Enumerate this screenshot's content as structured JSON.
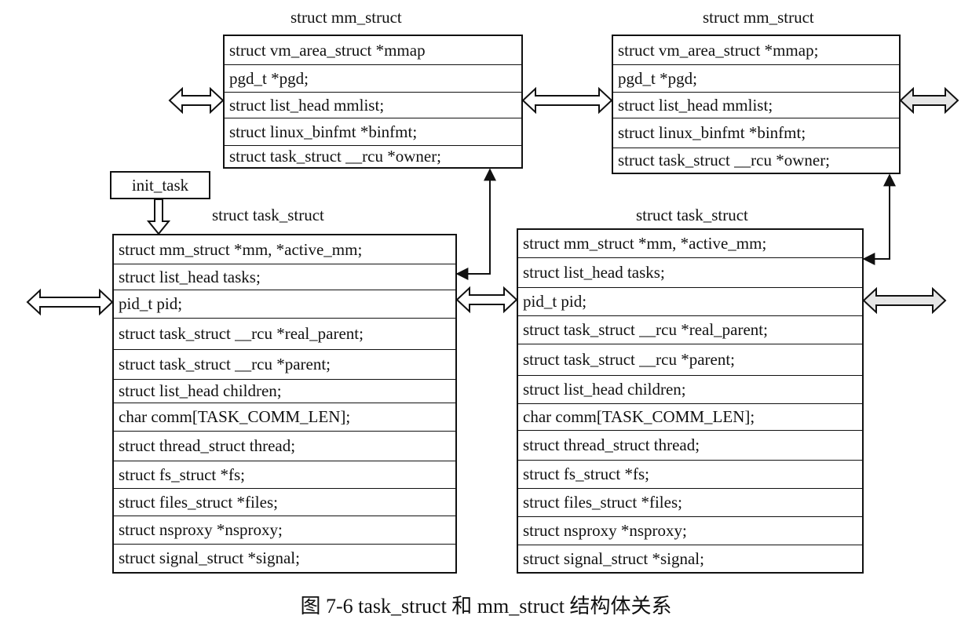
{
  "mm_left": {
    "title": "struct mm_struct",
    "fields": [
      "struct vm_area_struct *mmap",
      "pgd_t *pgd;",
      "struct list_head mmlist;",
      "struct linux_binfmt *binfmt;",
      "struct task_struct __rcu *owner;"
    ]
  },
  "mm_right": {
    "title": "struct mm_struct",
    "fields": [
      "struct vm_area_struct *mmap;",
      "pgd_t *pgd;",
      "struct list_head mmlist;",
      "struct linux_binfmt *binfmt;",
      "struct task_struct __rcu *owner;"
    ]
  },
  "init_task": {
    "label": "init_task"
  },
  "task_left": {
    "title": "struct task_struct",
    "fields": [
      "struct mm_struct *mm, *active_mm;",
      "struct list_head tasks;",
      "pid_t pid;",
      "struct task_struct __rcu *real_parent;",
      "struct task_struct __rcu *parent;",
      "struct list_head children;",
      "char comm[TASK_COMM_LEN];",
      "struct thread_struct thread;",
      "struct fs_struct *fs;",
      "struct files_struct *files;",
      "struct nsproxy *nsproxy;",
      "struct signal_struct *signal;"
    ]
  },
  "task_right": {
    "title": "struct task_struct",
    "fields": [
      "struct mm_struct *mm, *active_mm;",
      "struct list_head tasks;",
      "pid_t pid;",
      "struct task_struct __rcu *real_parent;",
      "struct task_struct __rcu *parent;",
      "struct list_head children;",
      "char comm[TASK_COMM_LEN];",
      "struct thread_struct thread;",
      "struct fs_struct *fs;",
      "struct files_struct *files;",
      "struct nsproxy *nsproxy;",
      "struct signal_struct *signal;"
    ]
  },
  "caption": "图 7-6    task_struct 和 mm_struct 结构体关系"
}
